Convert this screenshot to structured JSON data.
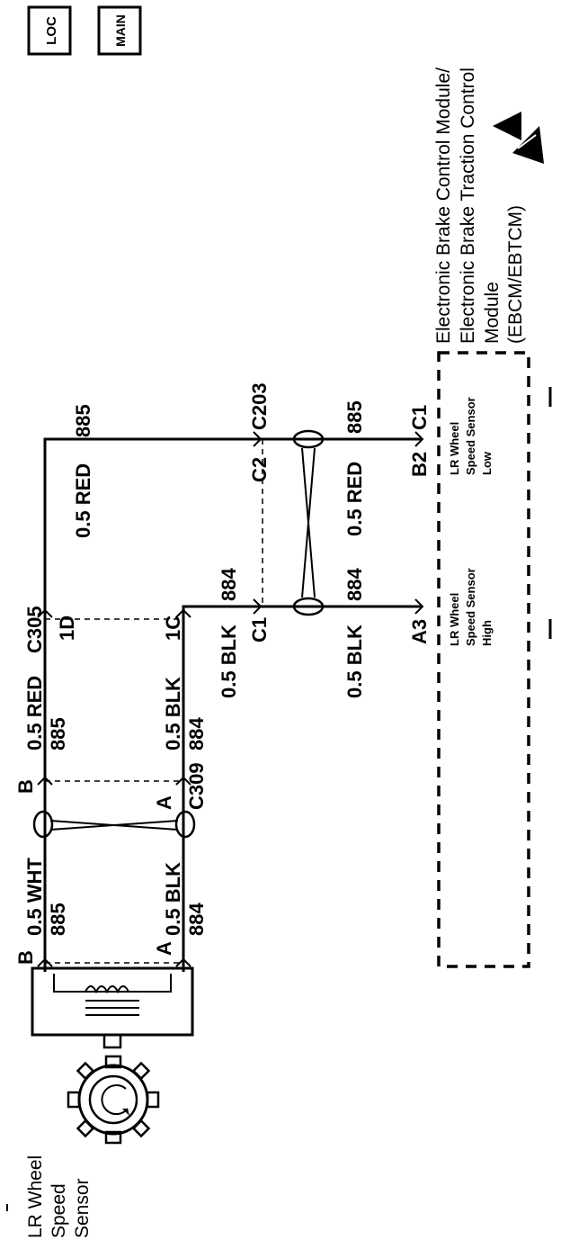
{
  "icons": {
    "loc": "LOC",
    "main": "MAIN"
  },
  "module": {
    "title_1": "Electronic Brake Control Module/",
    "title_2": "Electronic Brake Traction Control",
    "title_3": "Module",
    "title_4": "(EBCM/EBTCM)",
    "pin_high_1": "LR Wheel",
    "pin_high_2": "Speed Sensor",
    "pin_high_3": "High",
    "pin_low_1": "LR Wheel",
    "pin_low_2": "Speed Sensor",
    "pin_low_3": "Low"
  },
  "sensor": {
    "name_1": "LR Wheel",
    "name_2": "Speed",
    "name_3": "Sensor",
    "pin_a": "A",
    "pin_b": "B"
  },
  "wires": {
    "w1_color": "0.5 WHT",
    "w1_circuit": "885",
    "w2_color": "0.5 BLK",
    "w2_circuit": "884",
    "w3_color": "0.5 RED",
    "w3_circuit": "885",
    "w4_color": "0.5 BLK",
    "w4_circuit": "884",
    "w5_color": "0.5 RED",
    "w5_circuit": "885",
    "w6_color": "0.5 BLK",
    "w6_circuit": "884",
    "w7_color": "0.5 RED",
    "w7_circuit": "885",
    "w8_color": "0.5 BLK",
    "w8_circuit": "884"
  },
  "connectors": {
    "c309": "C309",
    "c309_b": "B",
    "c309_a": "A",
    "c305": "C305",
    "c305_1d": "1D",
    "c305_1c": "1C",
    "c203": "C203",
    "c203_c2": "C2",
    "c203_c1": "C1",
    "ebcm_a3": "A3",
    "ebcm_b2": "B2",
    "ebcm_c1": "C1"
  }
}
